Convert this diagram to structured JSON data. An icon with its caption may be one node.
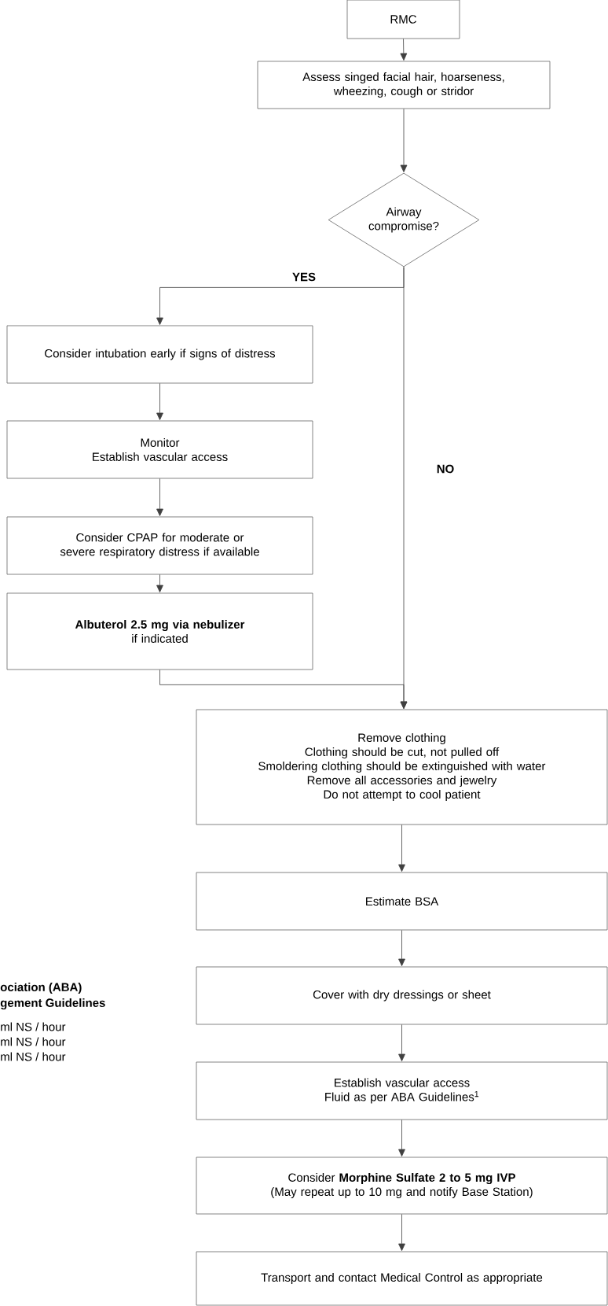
{
  "diagram": {
    "nodes": [
      {
        "text": [
          "RMC"
        ]
      },
      {
        "text": [
          "Assess singed facial hair, hoarseness, wheezing, cough or stridor"
        ]
      },
      {
        "text": [
          "Airway compromise?"
        ]
      },
      {
        "text": [
          "Consider intubation early if signs of distress"
        ]
      },
      {
        "text": [
          "Monitor",
          "Establish vascular access"
        ]
      },
      {
        "text": [
          "Consider CPAP for moderate or severe respiratory distress if available"
        ]
      },
      {
        "text": [
          "**Albuterol 2.5 mg via nebulizer**",
          "if indicated"
        ]
      },
      {
        "text": [
          "Remove clothing",
          "Clothing should be cut, not pulled off",
          "Smoldering clothing should be extinguished with water",
          "Remove all accessories and jewelry",
          "Do not attempt to cool patient"
        ]
      },
      {
        "text": [
          "Estimate BSA"
        ]
      },
      {
        "text": [
          "Cover with dry dressings or sheet"
        ]
      },
      {
        "text": [
          "Establish vascular access",
          "Fluid as per ABA Guidelines$^{1}$"
        ]
      },
      {
        "text": [
          "Consider **Morphine Sulfate 2 to 5 mg IVP**",
          "(May repeat up to 10 mg and notify Base Station)"
        ]
      },
      {
        "text": [
          "Transport and contact Medical Control as appropriate"
        ]
      }
    ],
    "edges": [
      {
        "from": 0,
        "to": 1,
        "arrow": "to"
      },
      {
        "from": 1,
        "to": 2,
        "arrow": "to"
      },
      {
        "from": 2,
        "to": 3,
        "arrow": "to",
        "label": "YES"
      },
      {
        "from": 2,
        "to": 7,
        "arrow": "to",
        "label": "NO"
      },
      {
        "from": 3,
        "to": 4,
        "arrow": "to"
      },
      {
        "from": 4,
        "to": 5,
        "arrow": "to"
      },
      {
        "from": 5,
        "to": 6,
        "arrow": "to"
      },
      {
        "from": 6,
        "to": 7,
        "arrow": "to"
      },
      {
        "from": 7,
        "to": 8,
        "arrow": "to"
      },
      {
        "from": 8,
        "to": 9,
        "arrow": "to"
      },
      {
        "from": 9,
        "to": 10,
        "arrow": "to"
      },
      {
        "from": 10,
        "to": 11,
        "arrow": "to"
      },
      {
        "from": 11,
        "to": 12,
        "arrow": "to"
      }
    ],
    "labels": [
      "ociation (ABA)",
      "gement Guidelines",
      "ml NS / hour",
      "ml NS / hour",
      "ml NS / hour"
    ]
  }
}
